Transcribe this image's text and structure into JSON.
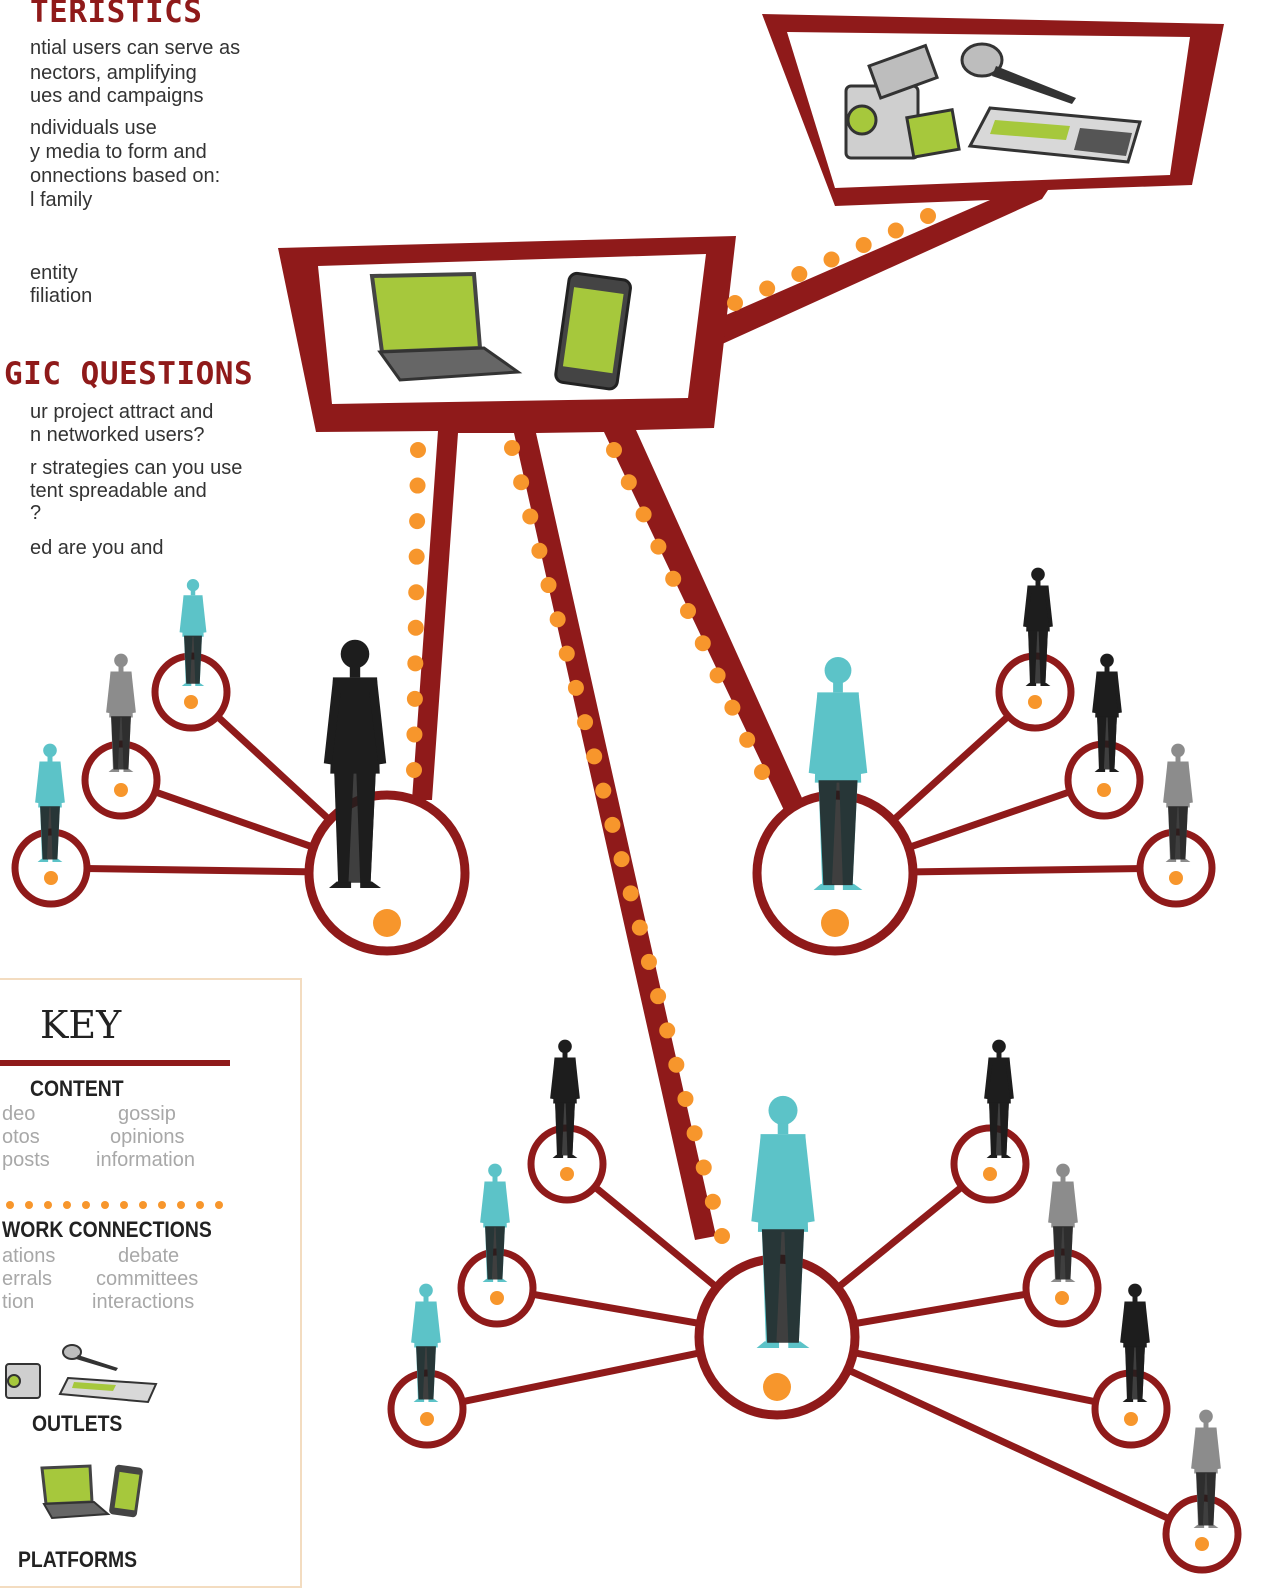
{
  "characteristics": {
    "heading": "TERISTICS",
    "lines": [
      "ntial users can serve as",
      "nectors, amplifying",
      "ues and campaigns",
      "ndividuals use",
      "y media to form and",
      "onnections based on:",
      "l family",
      "entity",
      "filiation"
    ]
  },
  "strategic": {
    "heading": "GIC QUESTIONS",
    "lines": [
      "ur project attract and",
      "n networked users?",
      "r strategies can you use",
      "tent spreadable and",
      "?",
      "ed are you and"
    ]
  },
  "key": {
    "title": "KEY",
    "content": {
      "heading": "CONTENT",
      "left": [
        "deo",
        "otos",
        "posts"
      ],
      "right": [
        "gossip",
        "opinions",
        "information"
      ]
    },
    "network": {
      "heading": "WORK CONNECTIONS",
      "left": [
        "ations",
        "errals",
        "tion"
      ],
      "right": [
        "debate",
        "committees",
        "interactions"
      ]
    },
    "outlets_label": "OUTLETS",
    "platforms_label": "PLATFORMS"
  },
  "colors": {
    "maroon": "#8f1a1a",
    "orange": "#f7962c",
    "teal": "#5cc3c8",
    "black": "#1d1d1d",
    "gray": "#8c8c8c",
    "screen_green": "#a6c83c"
  }
}
